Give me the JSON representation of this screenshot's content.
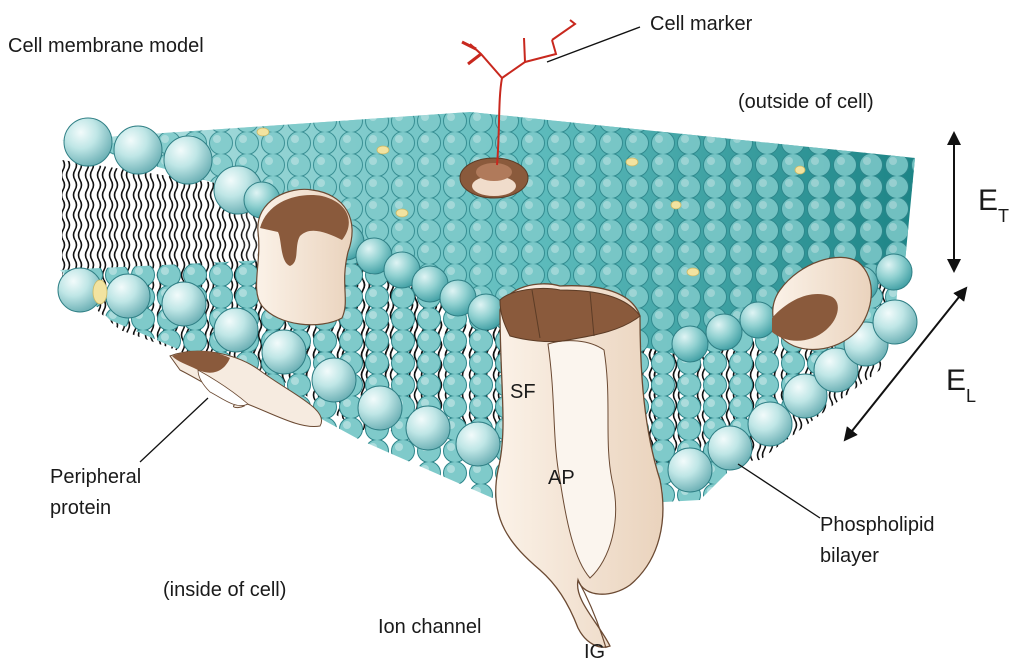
{
  "title": "Cell membrane model",
  "labels": {
    "cell_marker": "Cell marker",
    "outside": "(outside of cell)",
    "inside": "(inside of cell)",
    "peripheral_line1": "Peripheral",
    "peripheral_line2": "protein",
    "phospholipid_line1": "Phospholipid",
    "phospholipid_line2": "bilayer",
    "ion_channel": "Ion channel",
    "sf": "SF",
    "ap": "AP",
    "ig": "IG",
    "e_t_main": "E",
    "e_t_sub": "T",
    "e_l_main": "E",
    "e_l_sub": "L"
  },
  "colors": {
    "head_light": "#bfe6e6",
    "head_mid": "#6fc7c7",
    "head_dark": "#1e8c8c",
    "head_edge": "#2f7f85",
    "protein_light": "#f7e9dc",
    "protein_brown": "#8a5a3c",
    "cholesterol": "#f2e3a0",
    "marker_red": "#c8281e",
    "tail": "#111111"
  }
}
